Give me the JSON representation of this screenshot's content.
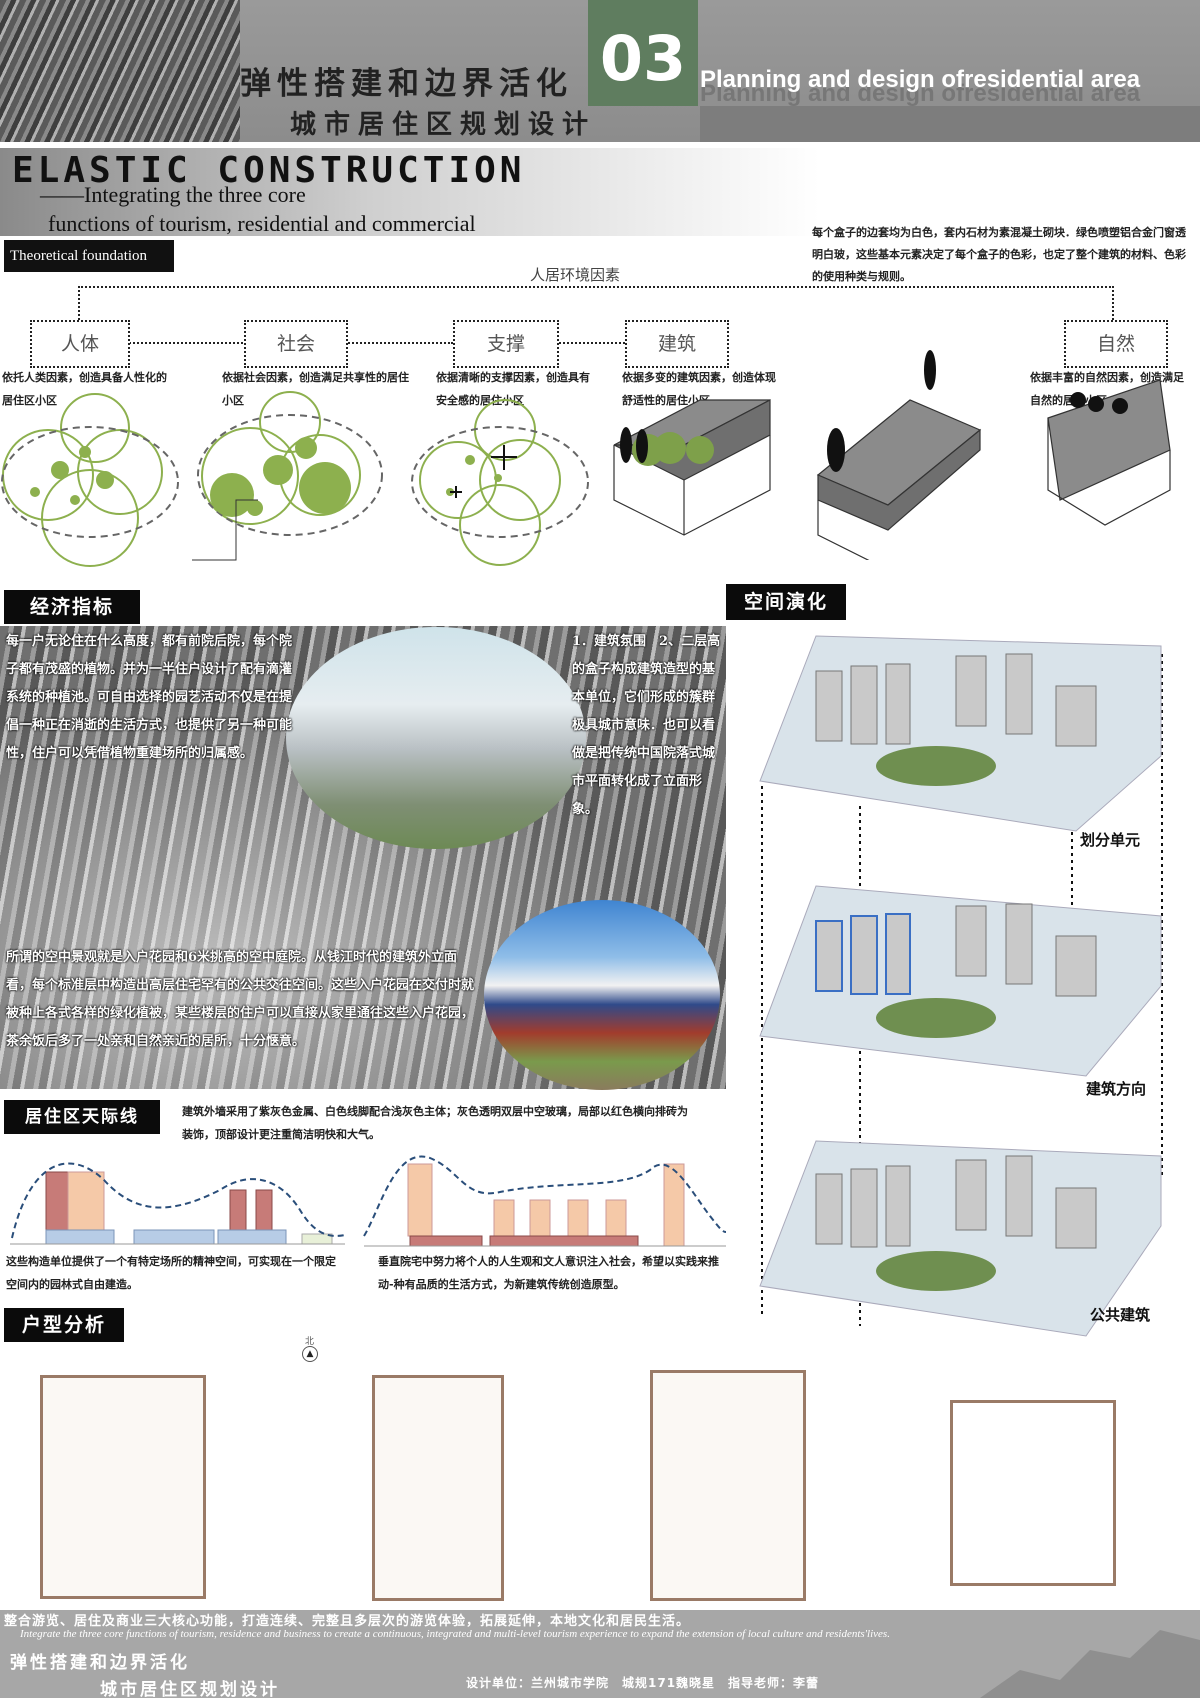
{
  "header": {
    "title_cn_line1": "弹性搭建和边界活化",
    "title_cn_line2": "城市居住区规划设计",
    "number": "03",
    "title_en": "Planning and design ofresidential area"
  },
  "banner": {
    "main": "ELASTIC CONSTRUCTION",
    "sub_line1": "——Integrating the three core",
    "sub_line2": "functions of  tourism, residential and commercial"
  },
  "theory": {
    "label": "Theoretical foundation",
    "env_label": "人居环境因素",
    "right_desc": "每个盒子的边套均为白色，套内石材为素混凝土砌块．绿色喷塑铝合金门窗透明白玻，这些基本元素决定了每个盒子的色彩，也定了整个建筑的材料、色彩的使用种类与规则。",
    "factors": [
      {
        "name": "人体",
        "desc": "依托人类因素，创造具备人性化的居住区小区"
      },
      {
        "name": "社会",
        "desc": "依据社会因素，创造满足共享性的居住小区"
      },
      {
        "name": "支撑",
        "desc": "依据清晰的支撑因素，创造具有安全感的居住小区"
      },
      {
        "name": "建筑",
        "desc": "依据多变的建筑因素，创造体现舒适性的居住小区"
      },
      {
        "name": "自然",
        "desc": "依据丰富的自然因素，创造满足自然的居住小区"
      }
    ]
  },
  "economy": {
    "title": "经济指标",
    "para1": "每一户无论住在什么高度，都有前院后院，每个院子都有茂盛的植物。并为一半住户设计了配有滴灌系统的种植池。可自由选择的园艺活动不仅是在提倡一种正在消逝的生活方式，也提供了另一种可能性，住户可以凭借植物重建场所的归属感。",
    "para_right": "1．建筑氛围　2、二层高的盒子构成建筑造型的基本单位，它们形成的簇群极具城市意味．也可以看做是把传统中国院落式城市平面转化成了立面形象。",
    "para2": "所谓的空中景观就是入户花园和6米挑高的空中庭院。从钱江时代的建筑外立面看，每个标准层中构造出高层住宅罕有的公共交往空间。这些入户花园在交付时就被种上各式各样的绿化植被，某些楼层的住户可以直接从家里通往这些入户花园，茶余饭后多了一处亲和自然亲近的居所，十分惬意。"
  },
  "space": {
    "title": "空间演化",
    "captions": [
      "划分单元",
      "建筑方向",
      "公共建筑"
    ]
  },
  "skyline": {
    "title": "居住区天际线",
    "desc_top": "建筑外墙采用了紫灰色金属、白色线脚配合浅灰色主体；灰色透明双层中空玻璃，局部以红色横向排砖为装饰，顶部设计更注重简洁明快和大气。",
    "desc_left": "这些构造单位提供了一个有特定场所的精神空间，可实现在一个限定空间内的园林式自由建造。",
    "desc_right": "垂直院宅中努力将个人的人生观和文人意识注入社会，希望以实践来推动-种有品质的生活方式，为新建筑传统创造原型。"
  },
  "floorplan": {
    "title": "户型分析",
    "north": "北"
  },
  "footer": {
    "line_cn": "整合游览、居住及商业三大核心功能，打造连续、完整且多层次的游览体验，拓展延伸，本地文化和居民生活。",
    "line_en": "Integrate the three core functions of tourism, residence and business to create a continuous, integrated and multi-level tourism experience to expand the extension of local culture and residents'lives.",
    "title_line1": "弹性搭建和边界活化",
    "title_line2": "城市居住区规划设计",
    "credit": "设计单位：兰州城市学院　城规171魏晓星　指导老师：李蕾"
  },
  "colors": {
    "accent_green": "#5f7d5f",
    "circle_green": "#8db04e",
    "bar_red": "#c77b78",
    "bar_peach": "#f5c9a8",
    "bar_blue": "#b7cce6"
  }
}
